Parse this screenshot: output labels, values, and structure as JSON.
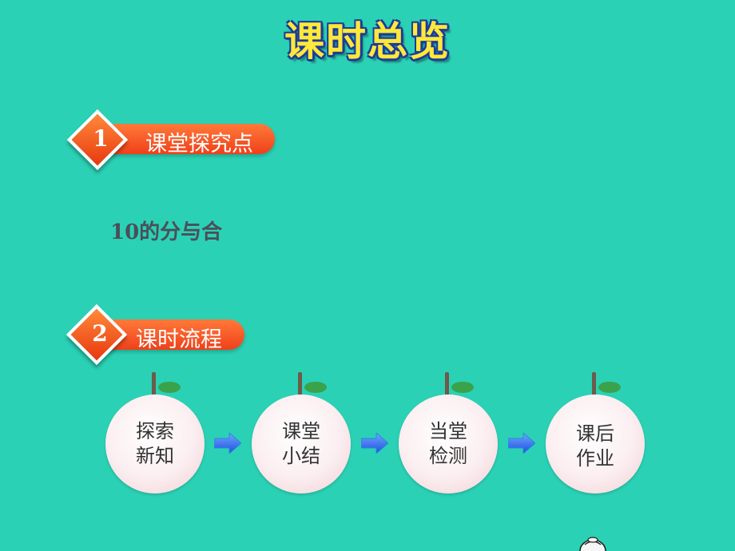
{
  "title": "课时总览",
  "sections": [
    {
      "number": "1",
      "label": "课堂探究点"
    },
    {
      "number": "2",
      "label": "课时流程"
    }
  ],
  "content_text": "10的分与合",
  "flow": [
    {
      "line1": "探索",
      "line2": "新知"
    },
    {
      "line1": "课堂",
      "line2": "小结"
    },
    {
      "line1": "当堂",
      "line2": "检测"
    },
    {
      "line1": "课后",
      "line2": "作业"
    }
  ],
  "colors": {
    "background": "#2bd1b5",
    "title": "#ffe83a",
    "accent": "#f0401a",
    "arrow": "#1e4fe0"
  }
}
